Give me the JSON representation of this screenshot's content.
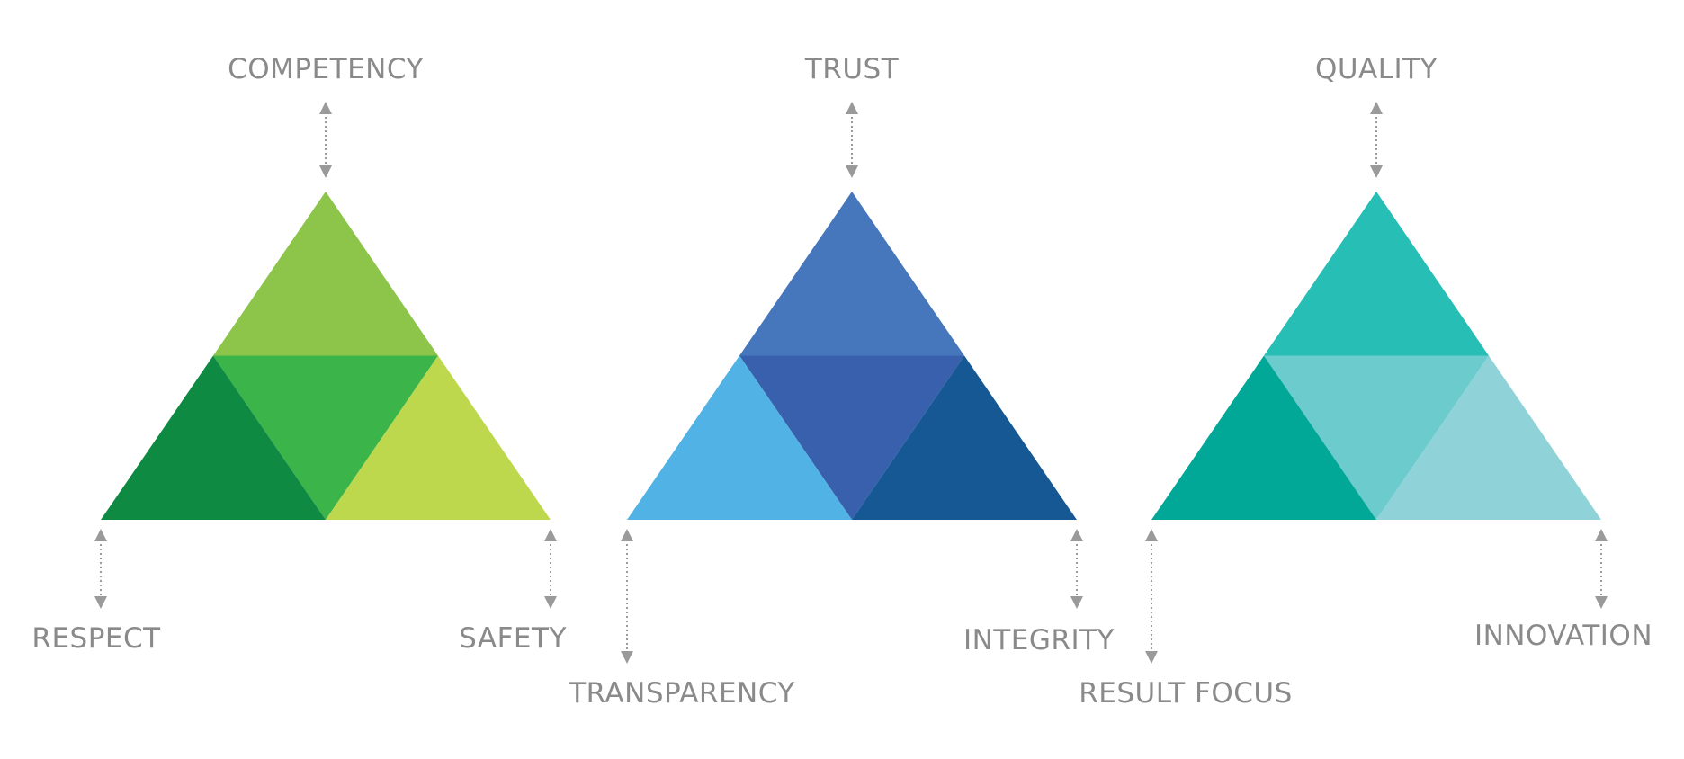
{
  "diagram": {
    "triangles": [
      {
        "top_label": "COMPETENCY",
        "left_label": "RESPECT",
        "right_label": "SAFETY",
        "colors": {
          "top": "#8DC54B",
          "center": "#3BB44A",
          "left": "#0E8A42",
          "right": "#BDD84D"
        }
      },
      {
        "top_label": "TRUST",
        "left_label": "TRANSPARENCY",
        "right_label": "INTEGRITY",
        "colors": {
          "top": "#4677BD",
          "center": "#3860AC",
          "left": "#51B3E5",
          "right": "#155894"
        }
      },
      {
        "top_label": "QUALITY",
        "left_label": "RESULT FOCUS",
        "right_label": "INNOVATION",
        "colors": {
          "top": "#27BEB5",
          "center": "#6CCBCC",
          "left": "#01A898",
          "right": "#8FD3D8"
        }
      }
    ],
    "label_color": "#8A8A8A",
    "arrow_color": "#9A9A9A"
  }
}
